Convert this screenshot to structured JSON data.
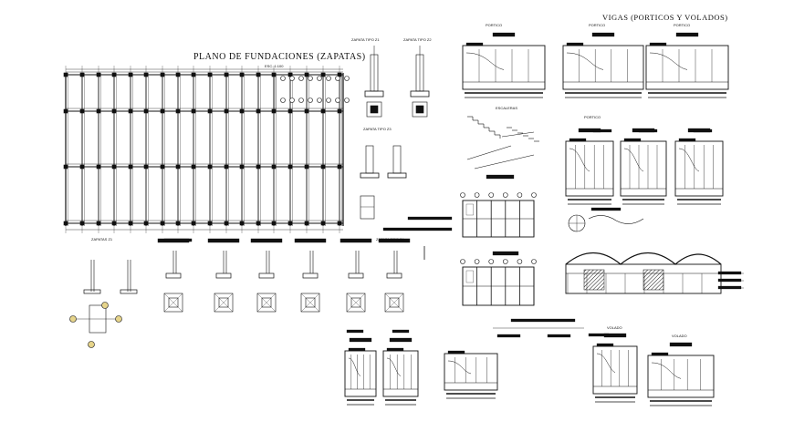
{
  "sheet": {
    "title_foundation_plan": "PLANO DE FUNDACIONES (ZAPATAS)",
    "scale_note": "ESC. 1:100",
    "title_beams": "VIGAS (PORTICOS Y VOLADOS)"
  },
  "labels": {
    "zapata_a": "ZAPATA TIPO Z1",
    "zapata_b": "ZAPATA TIPO Z2",
    "zapata_c": "ZAPATA TIPO Z3",
    "zapata_d": "ZAPATA TIPO Z4",
    "portico_a": "PORTICO",
    "portico_b": "PORTICO",
    "portico_c": "PORTICO",
    "portico_d": "PORTICO",
    "volado_a": "VOLADO",
    "volado_b": "VOLADO",
    "escaleras": "ESCALERAS",
    "zapatas_bottom": "ZAPATAS Z1"
  },
  "colors": {
    "ink": "#111111",
    "grid": "#222222",
    "hatch": "#333333",
    "column_marker": "#e6d48a"
  },
  "column_marker_icon": "circle-marker-icon"
}
